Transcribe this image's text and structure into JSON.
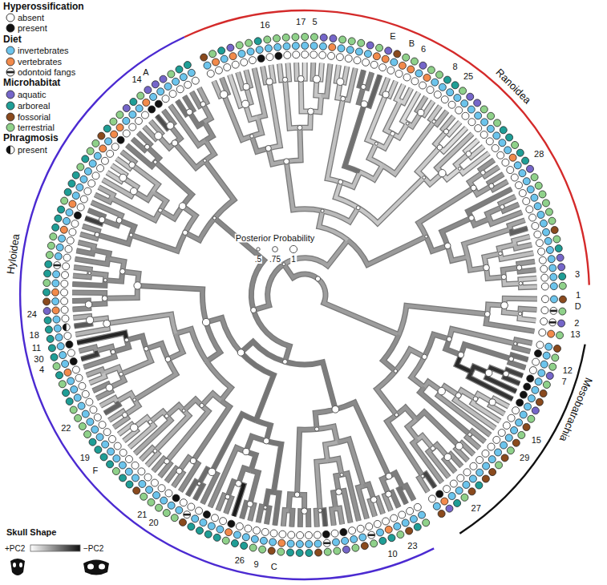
{
  "diagram": {
    "labels": [
      "Hyperossification",
      "Diet",
      "Microhabitat",
      "Phragmosis",
      "Ranoidea",
      "Mesobatrachia",
      "Hyloidea",
      "Posterior Probability",
      ".5",
      ".75",
      "1",
      "Skull Shape",
      "+PC2",
      "−PC2",
      "14",
      "A",
      "16",
      "17",
      "5",
      "E",
      "B",
      "6",
      "8",
      "25",
      "28",
      "3",
      "1",
      "D",
      "2",
      "13",
      "12",
      "7",
      "15",
      "29",
      "27",
      "23",
      "10",
      "C",
      "9",
      "26",
      "20",
      "21",
      "F",
      "19",
      "22",
      "4",
      "30",
      "11",
      "18",
      "24"
    ],
    "legend": [
      {
        "text": "absent"
      },
      {
        "text": "present"
      },
      {
        "text": "invertebrates",
        "color": "#6cc4ec"
      },
      {
        "text": "vertebrates",
        "color": "#f28a4b"
      },
      {
        "text": "odontoid fangs"
      },
      {
        "text": "aquatic",
        "color": "#7566c9"
      },
      {
        "text": "arboreal",
        "color": "#1f9e96"
      },
      {
        "text": "fossorial",
        "color": "#8a4a1d"
      },
      {
        "text": "terrestrial",
        "color": "#8fd18a"
      },
      {
        "text": "present"
      }
    ]
  }
}
